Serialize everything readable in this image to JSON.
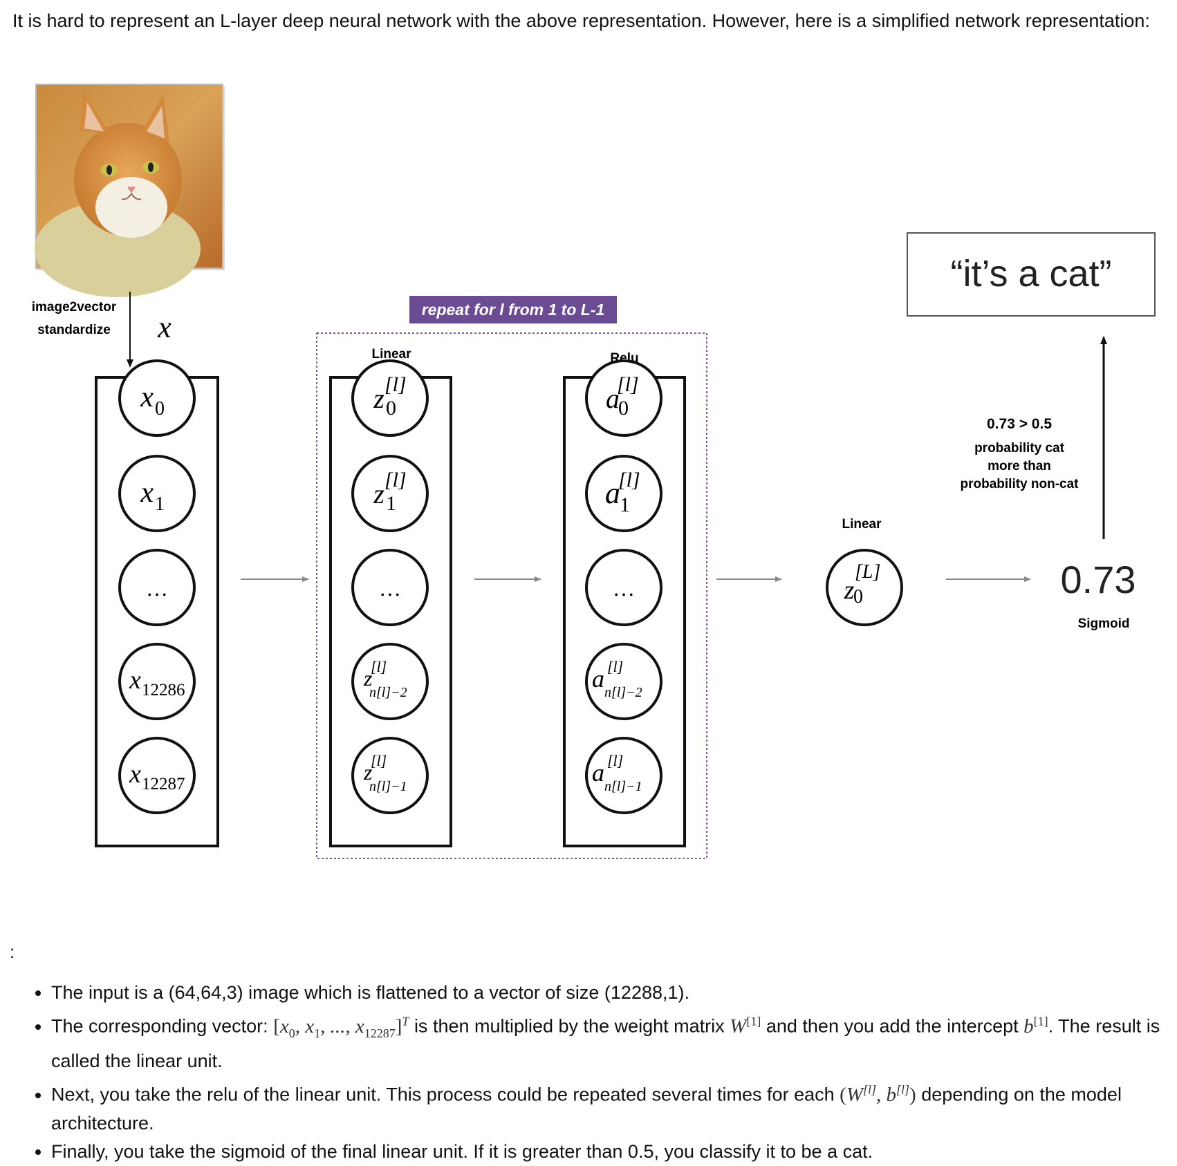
{
  "intro": "It is hard to represent an L-layer deep neural network with the above representation. However, here is a simplified network representation:",
  "diagram": {
    "image_label_1": "image2vector",
    "image_label_2": "standardize",
    "input_symbol": "x",
    "repeat_label": "repeat for l from 1 to L-1",
    "linear_label": "Linear",
    "relu_label": "Relu",
    "final_linear_label": "Linear",
    "sigmoid_label": "Sigmoid",
    "output_value": "0.73",
    "prediction": "“it’s a cat”",
    "compare_text": "0.73 > 0.5",
    "explain_1": "probability cat",
    "explain_2": "more than",
    "explain_3": "probability non-cat",
    "input_nodes": [
      {
        "base": "x",
        "sub": "0"
      },
      {
        "base": "x",
        "sub": "1"
      },
      {
        "base": "…",
        "sub": ""
      },
      {
        "base": "x",
        "sub": "12286"
      },
      {
        "base": "x",
        "sub": "12287"
      }
    ],
    "z_nodes": [
      {
        "base": "z",
        "sup": "[l]",
        "sub": "0"
      },
      {
        "base": "z",
        "sup": "[l]",
        "sub": "1"
      },
      {
        "base": "…",
        "sup": "",
        "sub": ""
      },
      {
        "base": "z",
        "sup": "[l]",
        "sub": "n[l]−2"
      },
      {
        "base": "z",
        "sup": "[l]",
        "sub": "n[l]−1"
      }
    ],
    "a_nodes": [
      {
        "base": "a",
        "sup": "[l]",
        "sub": "0"
      },
      {
        "base": "a",
        "sup": "[l]",
        "sub": "1"
      },
      {
        "base": "…",
        "sup": "",
        "sub": ""
      },
      {
        "base": "a",
        "sup": "[l]",
        "sub": "n[l]−2"
      },
      {
        "base": "a",
        "sup": "[l]",
        "sub": "n[l]−1"
      }
    ],
    "final_node": {
      "base": "z",
      "sup": "[L]",
      "sub": "0"
    },
    "colors": {
      "repeat_bg": "#6b4b94",
      "dotted_border": "#7a5c9e",
      "arrow": "#888888"
    }
  },
  "colon": ":",
  "notes": {
    "b1": "The input is a (64,64,3) image which is flattened to a vector of size (12288,1).",
    "b2_a": "The corresponding vector:",
    "b2_vec": "[x0, x1, ..., x12287]T",
    "b2_b": "is then multiplied by the weight matrix",
    "b2_w": "W[1]",
    "b2_c": "and then you add the intercept",
    "b2_bias": "b[1]",
    "b2_d": ". The result is called the linear unit.",
    "b3_a": "Next, you take the relu of the linear unit. This process could be repeated several times for each",
    "b3_params": "(W[l], b[l])",
    "b3_b": "depending on the model architecture.",
    "b4": "Finally, you take the sigmoid of the final linear unit. If it is greater than 0.5, you classify it to be a cat."
  }
}
